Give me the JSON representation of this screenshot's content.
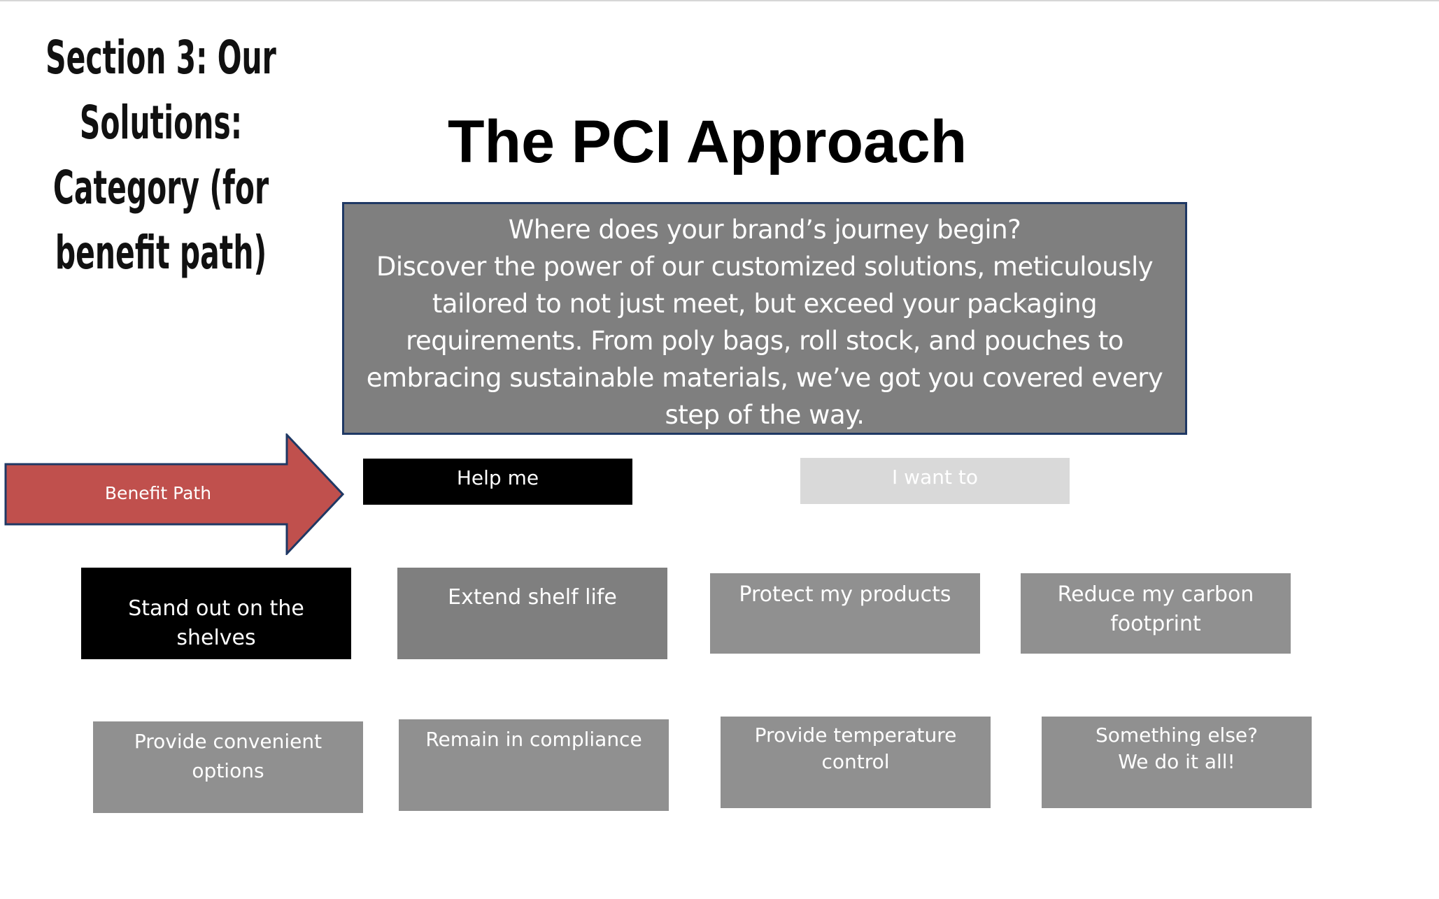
{
  "section_title": "Section 3: Our\nSolutions: Category (for\nbenefit path)",
  "main_title": "The PCI Approach",
  "intro": {
    "line1": "Where does your brand’s journey begin?",
    "line2": "Discover the power of our customized solutions, meticulously tailored to not just meet, but exceed your packaging requirements. From poly bags, roll stock, and pouches to embracing sustainable materials, we’ve got you covered every step of the way."
  },
  "arrow": {
    "label": "Benefit Path",
    "color": "#c0504d"
  },
  "tabs": {
    "help_me": "Help me",
    "i_want_to": "I want to"
  },
  "benefits": [
    "Stand out on the shelves",
    "Extend shelf life",
    "Protect my products",
    "Reduce my carbon footprint",
    "Provide convenient options",
    "Remain in compliance",
    "Provide temperature\ncontrol",
    "Something else?\nWe do it all!"
  ]
}
